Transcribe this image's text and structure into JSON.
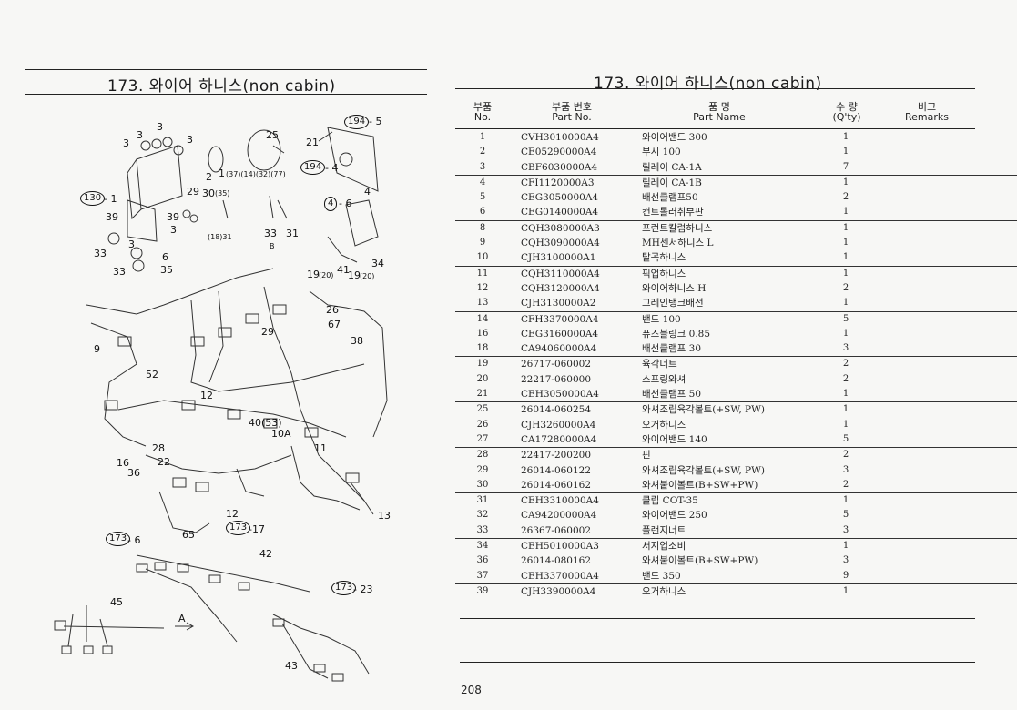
{
  "left": {
    "title": "173. 와이어 하니스(non cabin)",
    "callouts": [
      {
        "id": "c1",
        "text": "3",
        "k": "normal"
      },
      {
        "id": "c2",
        "text": "3",
        "k": "normal"
      },
      {
        "id": "c3",
        "text": "3",
        "k": "normal"
      },
      {
        "id": "c4",
        "text": "3",
        "k": "normal"
      },
      {
        "id": "c5",
        "text": "25",
        "k": "normal"
      },
      {
        "id": "c6",
        "text": "194",
        "k": "circled"
      },
      {
        "id": "c7",
        "text": "- 5",
        "k": "normal"
      },
      {
        "id": "c8",
        "text": "21",
        "k": "normal"
      },
      {
        "id": "c9",
        "text": "194",
        "k": "circled"
      },
      {
        "id": "c10",
        "text": "- 4",
        "k": "normal"
      },
      {
        "id": "c11",
        "text": "2",
        "k": "normal"
      },
      {
        "id": "c12",
        "text": "1",
        "k": "normal"
      },
      {
        "id": "c13",
        "text": "(37)(14)(32)(77)",
        "k": "small"
      },
      {
        "id": "c14",
        "text": "130",
        "k": "circled"
      },
      {
        "id": "c15",
        "text": "- 1",
        "k": "normal"
      },
      {
        "id": "c16",
        "text": "29",
        "k": "normal"
      },
      {
        "id": "c17",
        "text": "30",
        "k": "normal"
      },
      {
        "id": "c18",
        "text": "(35)",
        "k": "small"
      },
      {
        "id": "c19",
        "text": "4",
        "k": "circled"
      },
      {
        "id": "c20",
        "text": "- 6",
        "k": "normal"
      },
      {
        "id": "c21",
        "text": "4",
        "k": "normal"
      },
      {
        "id": "c22",
        "text": "39",
        "k": "normal"
      },
      {
        "id": "c23",
        "text": "39",
        "k": "normal"
      },
      {
        "id": "c24",
        "text": "3",
        "k": "normal"
      },
      {
        "id": "c25",
        "text": "3",
        "k": "normal"
      },
      {
        "id": "c26",
        "text": "(18)31",
        "k": "small"
      },
      {
        "id": "c27",
        "text": "33",
        "k": "normal"
      },
      {
        "id": "c28",
        "text": "31",
        "k": "normal"
      },
      {
        "id": "c29",
        "text": "33",
        "k": "normal"
      },
      {
        "id": "c30",
        "text": "6",
        "k": "normal"
      },
      {
        "id": "c31",
        "text": "33",
        "k": "normal"
      },
      {
        "id": "c32",
        "text": "35",
        "k": "normal"
      },
      {
        "id": "c33",
        "text": "B",
        "k": "small"
      },
      {
        "id": "c34",
        "text": "19",
        "k": "normal"
      },
      {
        "id": "c35",
        "text": "(20)",
        "k": "small"
      },
      {
        "id": "c36",
        "text": "41",
        "k": "normal"
      },
      {
        "id": "c37",
        "text": "19",
        "k": "normal"
      },
      {
        "id": "c38",
        "text": "(20)",
        "k": "small"
      },
      {
        "id": "c39",
        "text": "34",
        "k": "normal"
      },
      {
        "id": "c40",
        "text": "26",
        "k": "normal"
      },
      {
        "id": "c41",
        "text": "67",
        "k": "normal"
      },
      {
        "id": "c42",
        "text": "29",
        "k": "normal"
      },
      {
        "id": "c43",
        "text": "38",
        "k": "normal"
      },
      {
        "id": "c44",
        "text": "9",
        "k": "normal"
      },
      {
        "id": "c45",
        "text": "52",
        "k": "normal"
      },
      {
        "id": "c46",
        "text": "12",
        "k": "normal"
      },
      {
        "id": "c47",
        "text": "40(53)",
        "k": "normal"
      },
      {
        "id": "c48",
        "text": "10A",
        "k": "normal"
      },
      {
        "id": "c49",
        "text": "28",
        "k": "normal"
      },
      {
        "id": "c50",
        "text": "11",
        "k": "normal"
      },
      {
        "id": "c51",
        "text": "16",
        "k": "normal"
      },
      {
        "id": "c52",
        "text": "22",
        "k": "normal"
      },
      {
        "id": "c53",
        "text": "36",
        "k": "normal"
      },
      {
        "id": "c54",
        "text": "12",
        "k": "normal"
      },
      {
        "id": "c55",
        "text": "173",
        "k": "circled"
      },
      {
        "id": "c56",
        "text": "-17",
        "k": "normal"
      },
      {
        "id": "c57",
        "text": "13",
        "k": "normal"
      },
      {
        "id": "c58",
        "text": "173",
        "k": "circled"
      },
      {
        "id": "c59",
        "text": "- 6",
        "k": "normal"
      },
      {
        "id": "c60",
        "text": "65",
        "k": "normal"
      },
      {
        "id": "c61",
        "text": "42",
        "k": "normal"
      },
      {
        "id": "c62",
        "text": "173",
        "k": "circled"
      },
      {
        "id": "c63",
        "text": "- 23",
        "k": "normal"
      },
      {
        "id": "c64",
        "text": "45",
        "k": "normal"
      },
      {
        "id": "c65",
        "text": "A",
        "k": "normal"
      },
      {
        "id": "c66",
        "text": "43",
        "k": "normal"
      }
    ]
  },
  "right": {
    "title": "173. 와이어 하니스(non cabin)",
    "headers": {
      "no_ko": "부품",
      "no_en": "No.",
      "pn_ko": "부품  번호",
      "pn_en": "Part  No.",
      "name_ko": "품         명",
      "name_en": "Part       Name",
      "qty_ko": "수   량",
      "qty_en": "(Q'ty)",
      "rem_ko": "비고",
      "rem_en": "Remarks"
    },
    "rows": [
      {
        "no": "1",
        "pn": "CVH3010000A4",
        "name": "와이어밴드 300",
        "qty": "1"
      },
      {
        "no": "2",
        "pn": "CE05290000A4",
        "name": "부시 100",
        "qty": "1"
      },
      {
        "no": "3",
        "pn": "CBF6030000A4",
        "name": "릴레이 CA-1A",
        "qty": "7"
      },
      {
        "no": "4",
        "pn": "CFI1120000A3",
        "name": "릴레이 CA-1B",
        "qty": "1"
      },
      {
        "no": "5",
        "pn": "CEG3050000A4",
        "name": "배선클램프50",
        "qty": "2"
      },
      {
        "no": "6",
        "pn": "CEG0140000A4",
        "name": "컨트롤러취부판",
        "qty": "1"
      },
      {
        "no": "8",
        "pn": "CQH3080000A3",
        "name": "프런트칼럼하니스",
        "qty": "1"
      },
      {
        "no": "9",
        "pn": "CQH3090000A4",
        "name": "MH센서하니스 L",
        "qty": "1"
      },
      {
        "no": "10",
        "pn": "CJH3100000A1",
        "name": "탈곡하니스",
        "qty": "1"
      },
      {
        "no": "11",
        "pn": "CQH3110000A4",
        "name": "픽업하니스",
        "qty": "1"
      },
      {
        "no": "12",
        "pn": "CQH3120000A4",
        "name": "와이어하니스 H",
        "qty": "2"
      },
      {
        "no": "13",
        "pn": "CJH3130000A2",
        "name": "그레인탱크배선",
        "qty": "1"
      },
      {
        "no": "14",
        "pn": "CFH3370000A4",
        "name": "밴드 100",
        "qty": "5"
      },
      {
        "no": "16",
        "pn": "CEG3160000A4",
        "name": "퓨즈블링크 0.85",
        "qty": "1"
      },
      {
        "no": "18",
        "pn": "CA94060000A4",
        "name": "배선클램프 30",
        "qty": "3"
      },
      {
        "no": "19",
        "pn": "26717-060002",
        "name": "육각너트",
        "qty": "2"
      },
      {
        "no": "20",
        "pn": "22217-060000",
        "name": "스프링와셔",
        "qty": "2"
      },
      {
        "no": "21",
        "pn": "CEH3050000A4",
        "name": "배선클램프 50",
        "qty": "1"
      },
      {
        "no": "25",
        "pn": "26014-060254",
        "name": "와셔조립육각볼트(+SW, PW)",
        "qty": "1"
      },
      {
        "no": "26",
        "pn": "CJH3260000A4",
        "name": "오거하니스",
        "qty": "1"
      },
      {
        "no": "27",
        "pn": "CA17280000A4",
        "name": "와이어밴드 140",
        "qty": "5"
      },
      {
        "no": "28",
        "pn": "22417-200200",
        "name": "핀",
        "qty": "2"
      },
      {
        "no": "29",
        "pn": "26014-060122",
        "name": "와셔조립육각볼트(+SW, PW)",
        "qty": "3"
      },
      {
        "no": "30",
        "pn": "26014-060162",
        "name": "와셔붙이볼트(B+SW+PW)",
        "qty": "2"
      },
      {
        "no": "31",
        "pn": "CEH3310000A4",
        "name": "클립 COT-35",
        "qty": "1"
      },
      {
        "no": "32",
        "pn": "CA94200000A4",
        "name": "와이어밴드 250",
        "qty": "5"
      },
      {
        "no": "33",
        "pn": "26367-060002",
        "name": "플랜지너트",
        "qty": "3"
      },
      {
        "no": "34",
        "pn": "CEH5010000A3",
        "name": "서지업소비",
        "qty": "1"
      },
      {
        "no": "36",
        "pn": "26014-080162",
        "name": "와셔붙이볼트(B+SW+PW)",
        "qty": "3"
      },
      {
        "no": "37",
        "pn": "CEH3370000A4",
        "name": "밴드 350",
        "qty": "9"
      },
      {
        "no": "39",
        "pn": "CJH3390000A4",
        "name": "오거하니스",
        "qty": "1"
      }
    ],
    "page_number": "208"
  }
}
